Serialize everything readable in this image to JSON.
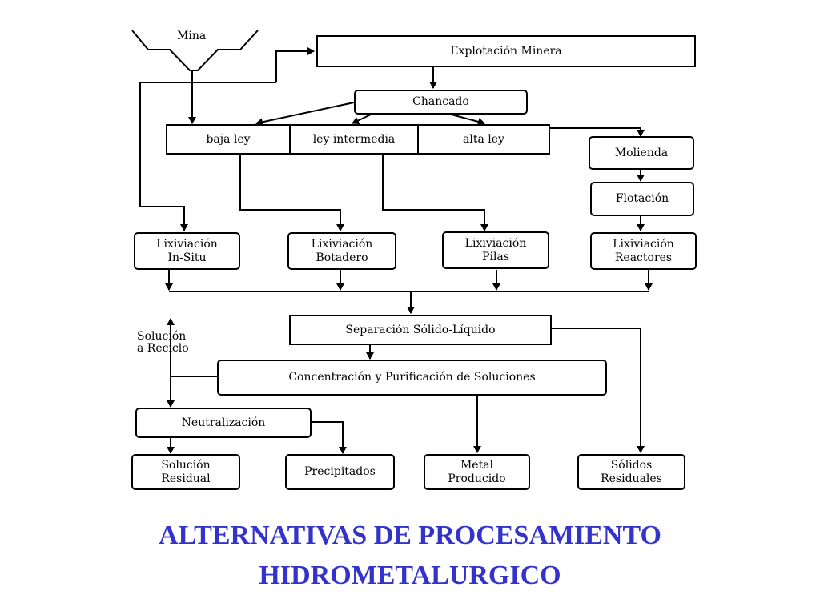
{
  "nodes": {
    "mina": "Mina",
    "explotacion": "Explotación Minera",
    "chancado": "Chancado",
    "baja_ley": "baja ley",
    "ley_intermedia": "ley intermedia",
    "alta_ley": "alta ley",
    "molienda": "Molienda",
    "flotacion": "Flotación",
    "lix_insitu": "Lixiviación\nIn-Situ",
    "lix_botadero": "Lixiviación\nBotadero",
    "lix_pilas": "Lixiviación\nPilas",
    "lix_reactores": "Lixiviación\nReactores",
    "separacion": "Separación Sólido-Líquido",
    "solucion_reciclo": "Solución\na Reciclo",
    "concentracion": "Concentración y Purificación de Soluciones",
    "neutralizacion": "Neutralización",
    "solucion_residual": "Solución\nResidual",
    "precipitados": "Precipitados",
    "metal_producido": "Metal\nProducido",
    "solidos_residuales": "Sólidos\nResiduales"
  },
  "title": {
    "line1": "ALTERNATIVAS DE PROCESAMIENTO",
    "line2": "HIDROMETALURGICO"
  },
  "colors": {
    "title": "#3333cc",
    "lines": "#000000"
  }
}
